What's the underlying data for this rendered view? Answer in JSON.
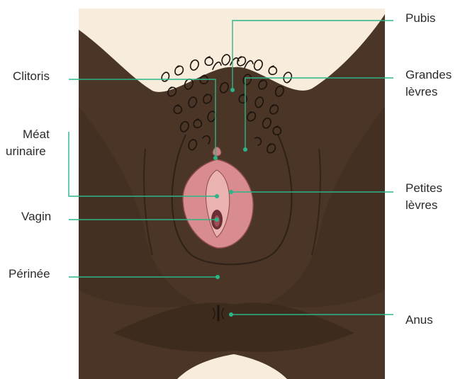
{
  "colors": {
    "skin_dark": "#4a3526",
    "skin_mid": "#3f2c1f",
    "skin_shadow": "#362519",
    "background_skin": "#f8ecdc",
    "mucosa_pink": "#d98c8f",
    "mucosa_light": "#eab2b0",
    "hair": "#1d140e",
    "leader_line": "#2bb587"
  },
  "labels": {
    "pubis": "Pubis",
    "grandes_levres": [
      "Grandes",
      "lèvres"
    ],
    "clitoris": "Clitoris",
    "meat_urinaire": [
      "Méat",
      "urinaire"
    ],
    "petites_levres": [
      "Petites",
      "lèvres"
    ],
    "vagin": "Vagin",
    "perinee": "Périnée",
    "anus": "Anus"
  }
}
